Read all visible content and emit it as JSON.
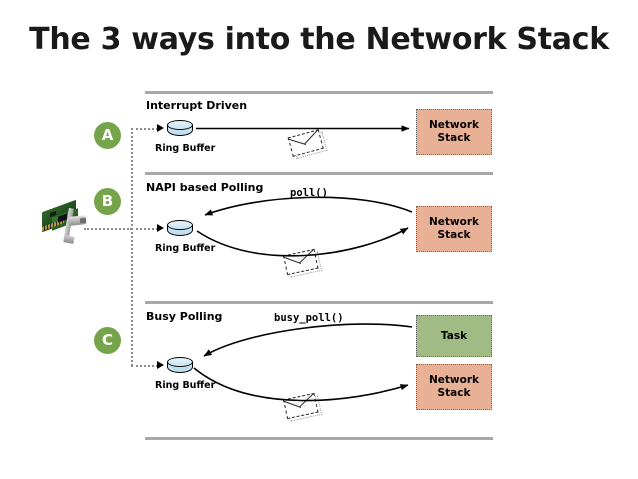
{
  "slide": {
    "title": "The 3 ways into the Network Stack",
    "background_color": "#ffffff",
    "badge_color": "#76a44a",
    "netstack_color": "#e8b195",
    "task_color": "#a0bb84",
    "ringbuffer_color": "#cfe7f5",
    "divider_color": "#a8a8a8"
  },
  "device": {
    "name": "network-interface-card",
    "label": ""
  },
  "sections": [
    {
      "badge": "A",
      "title": "Interrupt Driven",
      "ring_buffer_label": "Ring Buffer",
      "call_label": "",
      "packet_icon": "envelope-icon",
      "destinations": [
        {
          "label": "Network\nStack",
          "line1": "Network",
          "line2": "Stack",
          "kind": "netstack"
        }
      ],
      "flow": "straight"
    },
    {
      "badge": "B",
      "title": "NAPI based Polling",
      "ring_buffer_label": "Ring Buffer",
      "call_label": "poll()",
      "packet_icon": "envelope-icon",
      "destinations": [
        {
          "label": "Network\nStack",
          "line1": "Network",
          "line2": "Stack",
          "kind": "netstack"
        }
      ],
      "flow": "curved-pair"
    },
    {
      "badge": "C",
      "title": "Busy Polling",
      "ring_buffer_label": "Ring Buffer",
      "call_label": "busy_poll()",
      "packet_icon": "envelope-icon",
      "destinations": [
        {
          "label": "Task",
          "line1": "Task",
          "line2": "",
          "kind": "task"
        },
        {
          "label": "Network\nStack",
          "line1": "Network",
          "line2": "Stack",
          "kind": "netstack"
        }
      ],
      "flow": "curved-pair"
    }
  ]
}
